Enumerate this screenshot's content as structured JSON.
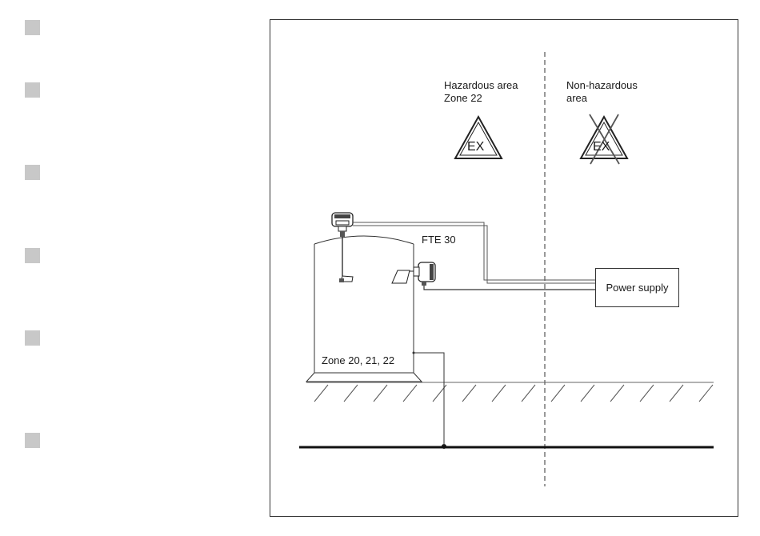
{
  "side_markers": [
    {
      "name": "marker-1"
    },
    {
      "name": "marker-2"
    },
    {
      "name": "marker-3"
    },
    {
      "name": "marker-4"
    },
    {
      "name": "marker-5"
    },
    {
      "name": "marker-6"
    }
  ],
  "diagram": {
    "hazardous_label_line1": "Hazardous area",
    "hazardous_label_line2": "Zone 22",
    "nonhazardous_label_line1": "Non-hazardous",
    "nonhazardous_label_line2": "area",
    "ex_symbol_text": "EX",
    "ex_symbol_crossed_text": "EX",
    "device_label": "FTE 30",
    "power_supply_label": "Power supply",
    "zone_label": "Zone 20, 21, 22"
  },
  "icons": {
    "ex_warning": "ex-warning-triangle-icon",
    "ex_warning_crossed": "ex-warning-crossed-triangle-icon"
  },
  "colors": {
    "marker": "#c8c8c8",
    "line": "#333333"
  }
}
